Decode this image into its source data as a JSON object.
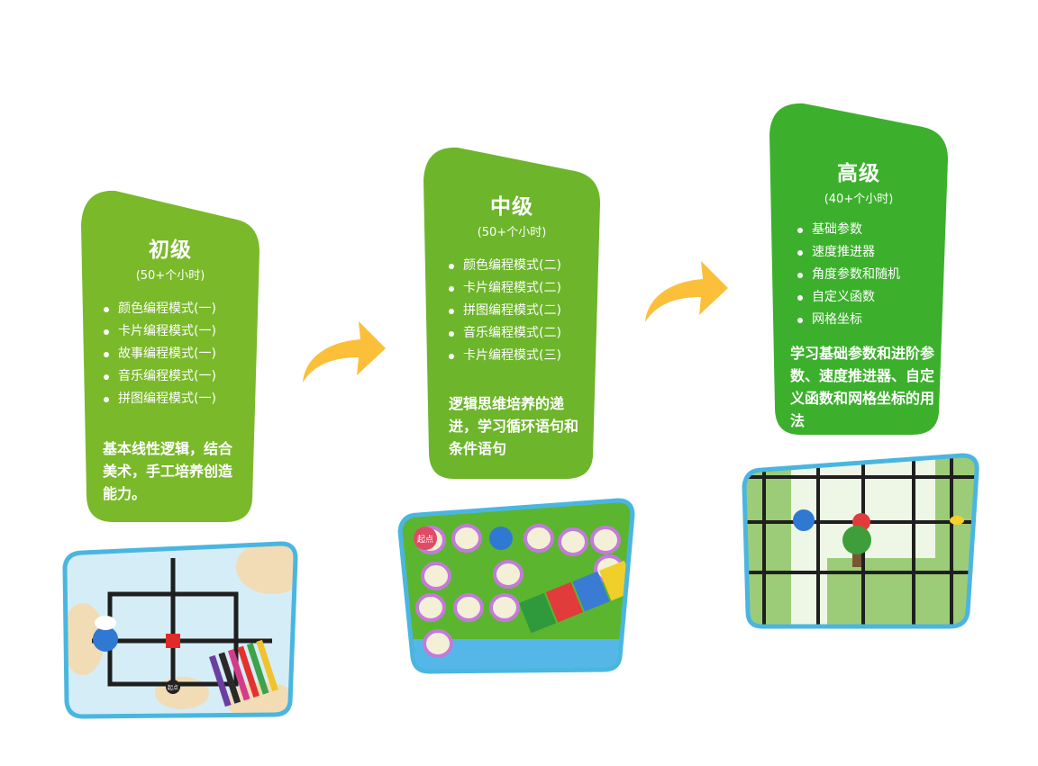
{
  "levels": [
    {
      "title": "初级",
      "hours": "(50+个小时)",
      "items": [
        "颜色编程模式(一)",
        "卡片编程模式(一)",
        "故事编程模式(一)",
        "音乐编程模式(一)",
        "拼图编程模式(一)"
      ],
      "description": "基本线性逻辑，结合美术，手工培养创造能力。",
      "color": "#7ab92a",
      "map_start_label": "起点"
    },
    {
      "title": "中级",
      "hours": "(50+个小时)",
      "items": [
        "颜色编程模式(二)",
        "卡片编程模式(二)",
        "拼图编程模式(二)",
        "音乐编程模式(二)",
        "卡片编程模式(三)"
      ],
      "description": "逻辑思维培养的递进，学习循环语句和条件语句",
      "color": "#6db52b",
      "map_start_label": "起点"
    },
    {
      "title": "高级",
      "hours": "(40+个小时)",
      "items": [
        "基础参数",
        "速度推进器",
        "角度参数和随机",
        "自定义函数",
        "网格坐标"
      ],
      "description": "学习基础参数和进阶参数、速度推进器、自定义函数和网格坐标的用法",
      "color": "#3cb02c"
    }
  ],
  "arrow_color": "#fbbf3a",
  "frame_color": "#4ab6e0"
}
